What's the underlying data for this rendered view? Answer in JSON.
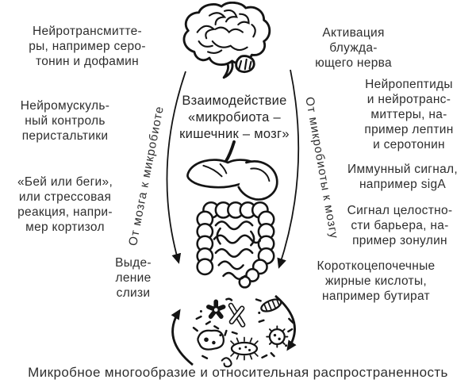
{
  "diagram": {
    "center_label_lines": [
      "Взаимодействие",
      "«микробиота –",
      "кишечник – мозг»"
    ],
    "left_items": [
      {
        "lines": [
          "Нейротрансмитте-",
          "ры, например серо-",
          "тонин и дофамин"
        ]
      },
      {
        "lines": [
          "Нейромускуль-",
          "ный контроль",
          "перистальтики"
        ]
      },
      {
        "lines": [
          "«Бей или беги»,",
          "или стрессовая",
          "реакция, напри-",
          "мер кортизол"
        ]
      },
      {
        "lines": [
          "Выде-",
          "ление",
          "слизи"
        ]
      }
    ],
    "right_items": [
      {
        "lines": [
          "Активация",
          "блужда-",
          "ющего нерва"
        ]
      },
      {
        "lines": [
          "Нейропептиды",
          "и нейротранс-",
          "миттеры, на-",
          "пример лептин",
          "и серотонин"
        ]
      },
      {
        "lines": [
          "Иммунный сигнал,",
          "например sigA"
        ]
      },
      {
        "lines": [
          "Сигнал целостно-",
          "сти барьера, на-",
          "пример зонулин"
        ]
      },
      {
        "lines": [
          "Короткоцепочечные",
          "жирные кислоты,",
          "например бутират"
        ]
      }
    ],
    "flow_labels": {
      "brain_to_microbiota": "От мозга к микробиоте",
      "microbiota_to_brain": "От микробиоты к мозгу"
    },
    "bottom_caption": "Микробное многообразие и относительная распространенность",
    "illustrations": {
      "brain": "brain line art",
      "gut": "digestive tract line art",
      "microbes": "microbes cluster with cycle arrows"
    },
    "colors": {
      "ink": "#141414",
      "text": "#2e2e2e",
      "background": "#ffffff"
    }
  }
}
